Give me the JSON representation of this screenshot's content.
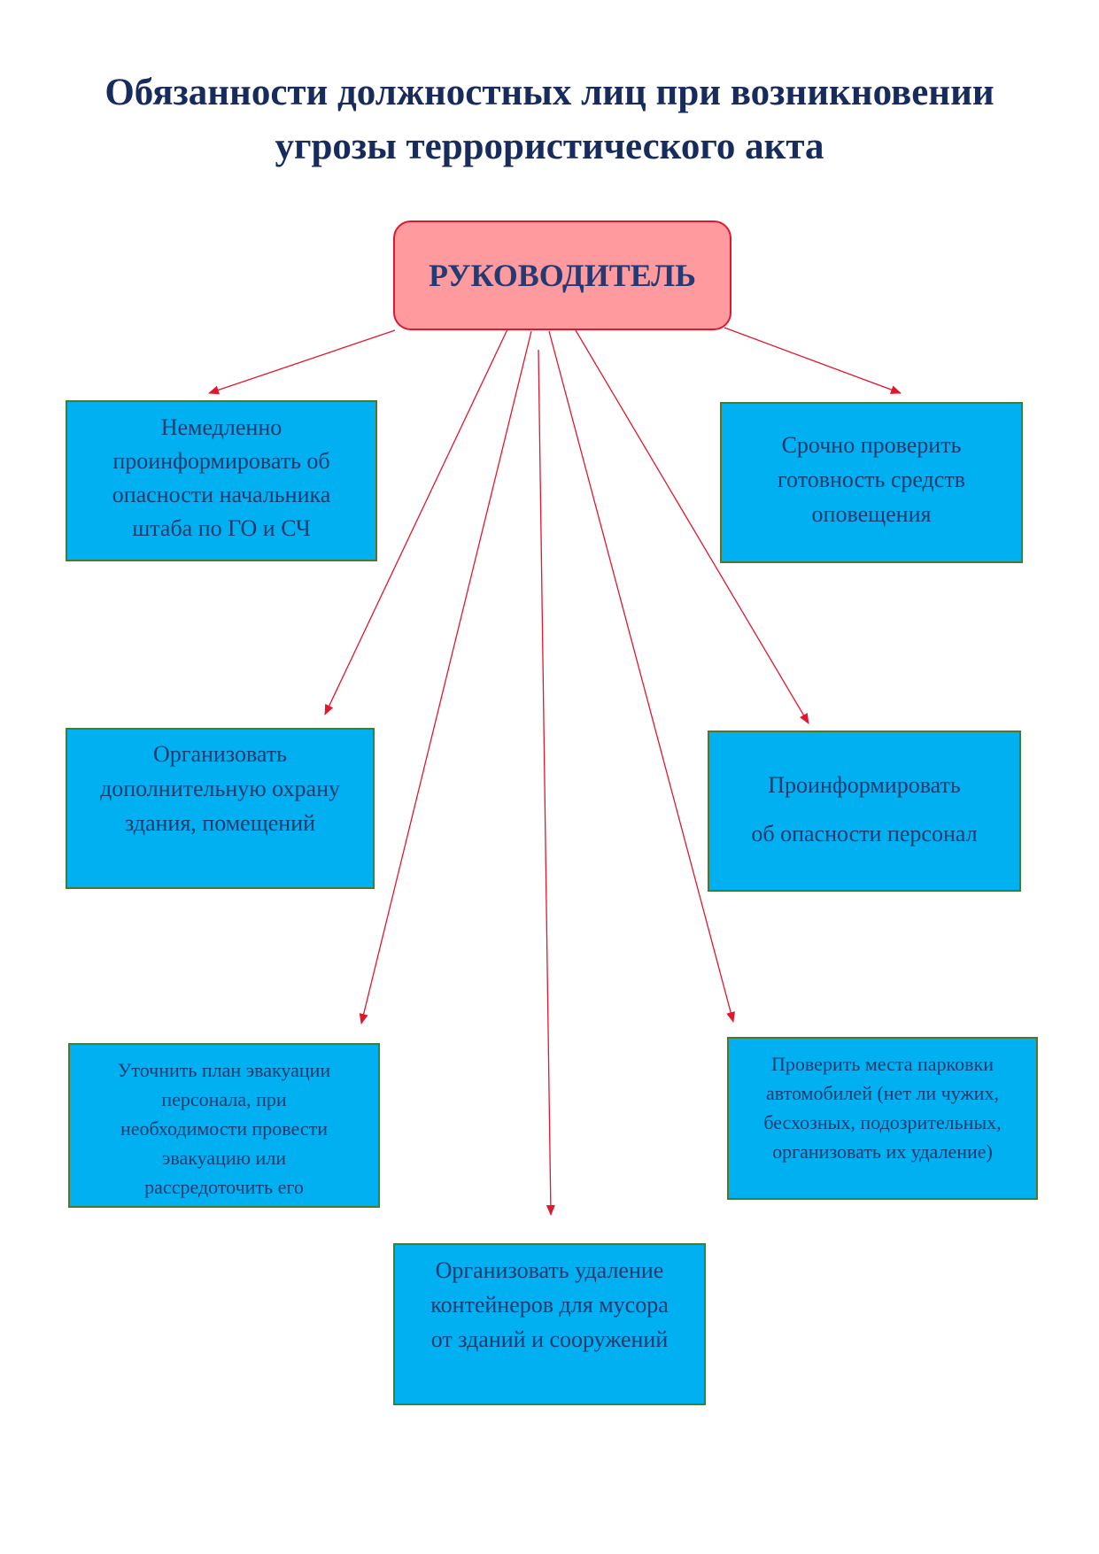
{
  "title": {
    "line1": "Обязанности должностных лиц при возникновении",
    "line2": "угрозы террористического акта"
  },
  "root": {
    "label": "РУКОВОДИТЕЛЬ",
    "fill_color": "#ff9b9e",
    "border_color": "#e0172d"
  },
  "tasks": {
    "notify_chief": [
      "Немедленно",
      "проинформировать об",
      "опасности начальника",
      "штаба по ГО и СЧ"
    ],
    "check_alert_means": [
      "Срочно проверить",
      "готовность средств",
      "оповещения"
    ],
    "organize_guard": [
      "Организовать",
      "дополнительную охрану",
      "здания, помещений"
    ],
    "inform_staff": [
      "Проинформировать",
      "об опасности персонал"
    ],
    "evacuation_plan": [
      "Уточнить план эвакуации",
      "персонала, при",
      "необходимости провести",
      "эвакуацию или",
      "рассредоточить его"
    ],
    "check_parking": [
      "Проверить места парковки",
      "автомобилей (нет ли чужих,",
      "бесхозных, подозрительных,",
      "организовать их удаление)"
    ],
    "remove_containers": [
      "Организовать удаление",
      "контейнеров для мусора",
      "от зданий и сооружений"
    ]
  },
  "colors": {
    "title_text": "#172b5c",
    "task_fill": "#00b0f0",
    "task_border": "#4a7a2c",
    "task_text": "#1b3a70",
    "arrow": "#e0172d"
  }
}
